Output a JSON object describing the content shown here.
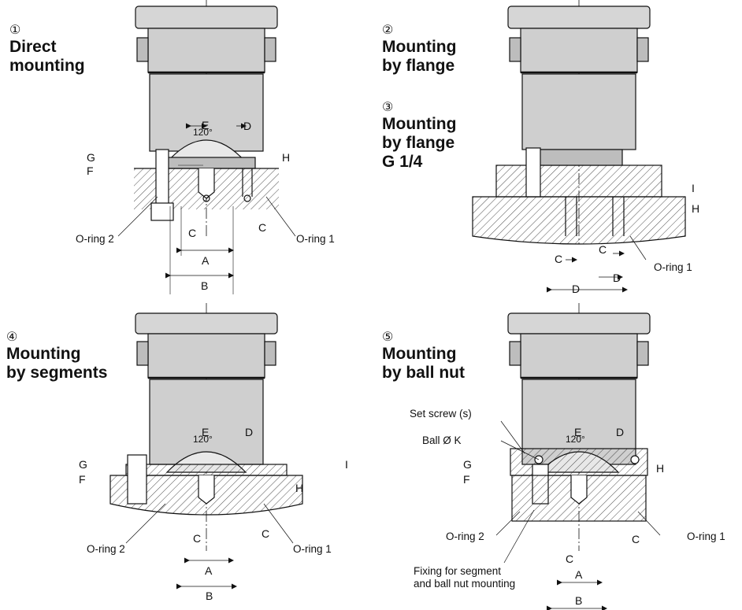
{
  "figures": [
    {
      "number": "①",
      "title_lines": [
        "Direct",
        "mounting"
      ],
      "labels": {
        "oring_left": "O-ring 2",
        "oring_right": "O-ring 1"
      }
    },
    {
      "number": "②",
      "title_lines": [
        "Mounting",
        "by flange"
      ],
      "labels": {
        "oring_right": "O-ring 1"
      }
    },
    {
      "number": "③",
      "title_lines": [
        "Mounting",
        "by flange",
        "G 1/4"
      ]
    },
    {
      "number": "④",
      "title_lines": [
        "Mounting",
        "by segments"
      ],
      "labels": {
        "oring_left": "O-ring 2",
        "oring_right": "O-ring 1"
      }
    },
    {
      "number": "⑤",
      "title_lines": [
        "Mounting",
        "by ball nut"
      ],
      "labels": {
        "oring_left": "O-ring 2",
        "oring_right": "O-ring 1",
        "set_screw": "Set screw (s)",
        "ball": "Ball Ø K",
        "fixing_line1": "Fixing for segment",
        "fixing_line2": "and ball nut mounting"
      }
    }
  ],
  "dimensions": {
    "A": "A",
    "B": "B",
    "C": "C",
    "D": "D",
    "E": "E",
    "F": "F",
    "G": "G",
    "H": "H",
    "I": "I"
  },
  "angle": "120°",
  "colors": {
    "body_fill": "#cfcfcf",
    "cap_fill": "#d6d6d6",
    "line": "#111111",
    "hatch": "#222222",
    "background": "#ffffff"
  }
}
